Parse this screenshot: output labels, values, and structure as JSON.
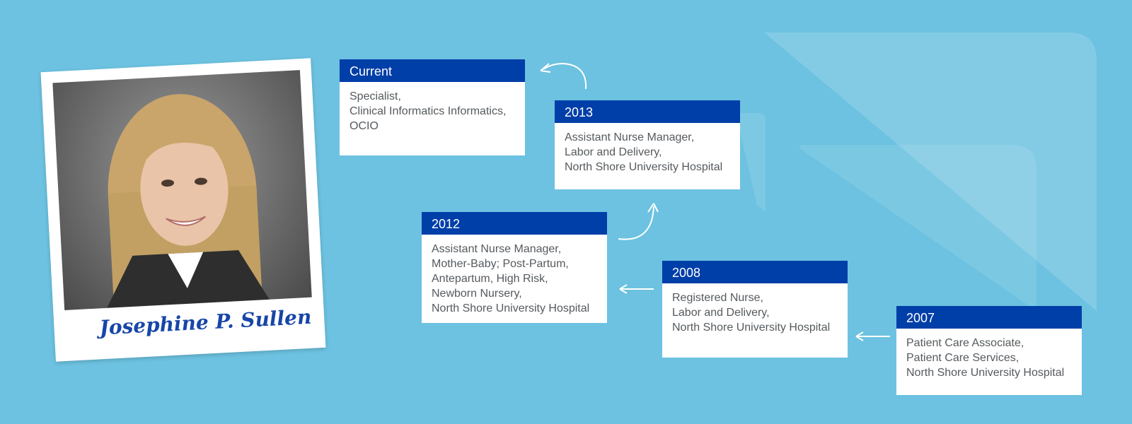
{
  "colors": {
    "background": "#6cc2e0",
    "card_header": "#003ea8",
    "card_body_text": "#555a5e",
    "signature": "#1746a8"
  },
  "profile": {
    "signature": "Josephine P. Sullen"
  },
  "timeline": [
    {
      "year": "Current",
      "text": "Specialist,\nClinical Informatics Informatics,\nOCIO"
    },
    {
      "year": "2013",
      "text": "Assistant Nurse Manager,\nLabor and Delivery,\nNorth Shore University Hospital"
    },
    {
      "year": "2012",
      "text": "Assistant Nurse Manager,\nMother-Baby; Post-Partum,\nAntepartum, High Risk,\nNewborn Nursery,\nNorth Shore University Hospital"
    },
    {
      "year": "2008",
      "text": "Registered Nurse,\nLabor and Delivery,\nNorth Shore University Hospital"
    },
    {
      "year": "2007",
      "text": "Patient Care Associate,\nPatient Care Services,\nNorth Shore University Hospital"
    }
  ],
  "icons": {
    "arrows": [
      "curved-arrow-icon",
      "left-arrow-icon"
    ]
  }
}
